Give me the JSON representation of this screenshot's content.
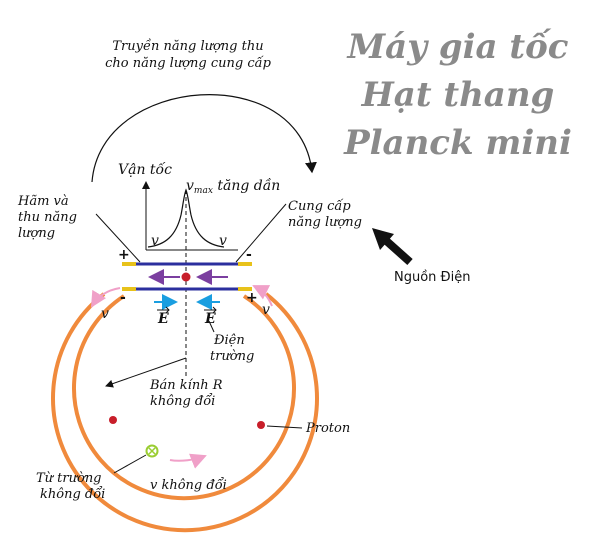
{
  "title": {
    "line1": "Máy gia tốc",
    "line2": "Hạt thang",
    "line3": "Planck mini"
  },
  "labels": {
    "transfer_line1": "Truyền năng lượng thu",
    "transfer_line2": "cho năng lượng cung cấp",
    "velocity_axis": "Vận tốc",
    "vmax_symbol": "v",
    "vmax_sub": "max",
    "vmax_rest": " tăng dần",
    "brake_line1": "Hãm và",
    "brake_line2": "thu năng",
    "brake_line3": "lượng",
    "supply_line1": "Cung cấp",
    "supply_line2": "năng lượng",
    "power_source": "Nguồn Điện",
    "v_symbol": "v",
    "e_symbol": "E",
    "field_line1": "Điện",
    "field_line2": "trường",
    "radius_line1": "Bán kính R",
    "radius_line2": "không đổi",
    "proton": "Proton",
    "magnetic_line1": "Từ trường",
    "magnetic_line2": "không đổi",
    "v_constant": "v không đổi",
    "plus": "+",
    "minus": "-"
  },
  "colors": {
    "ring": "#f08a3c",
    "plate": "#2b2f9e",
    "terminal": "#e8c21a",
    "arrow_purple": "#7b3fa0",
    "arrow_blue": "#1a9ee0",
    "proton": "#c81e2a",
    "magnetic": "#9acd32",
    "arrow_pink": "#f0a0c8",
    "title": "#8a8a8a"
  }
}
